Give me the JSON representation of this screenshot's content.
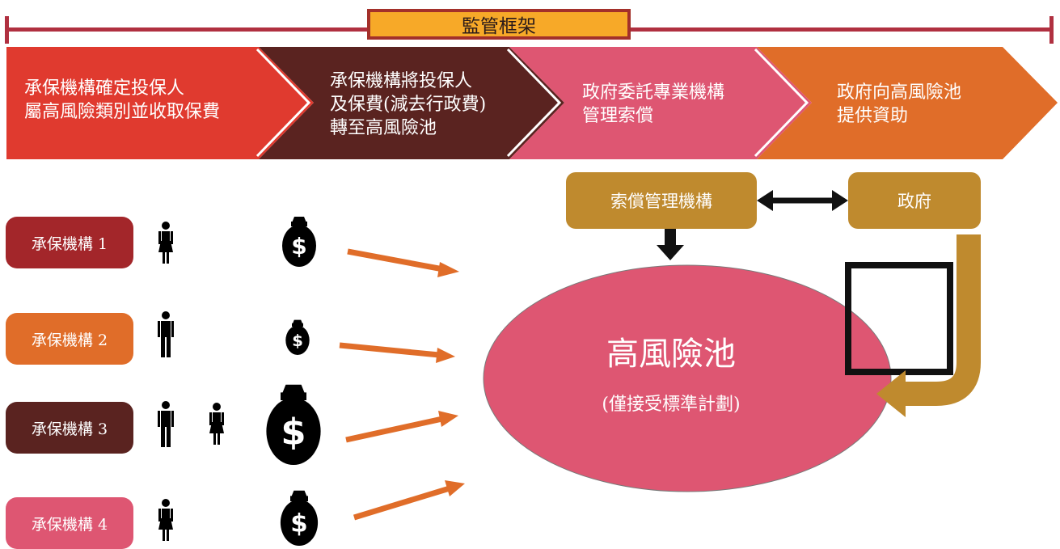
{
  "framework": {
    "title": "監管框架"
  },
  "steps": [
    {
      "text": "承保機構確定投保人\n屬高風險類別並收取保費",
      "color": "#e03a2f"
    },
    {
      "text": "承保機構將投保人\n及保費(減去行政費)\n轉至高風險池",
      "color": "#5a2320"
    },
    {
      "text": "政府委託專業機構\n管理索償",
      "color": "#de5672"
    },
    {
      "text": "政府向高風險池\n提供資助",
      "color": "#e06d29"
    }
  ],
  "insurers": [
    {
      "label": "承保機構 1",
      "color": "#a3262a"
    },
    {
      "label": "承保機構 2",
      "color": "#e06d29"
    },
    {
      "label": "承保機構 3",
      "color": "#5a2320"
    },
    {
      "label": "承保機構 4",
      "color": "#de5672"
    }
  ],
  "claims_agency": {
    "label": "索償管理機構"
  },
  "government": {
    "label": "政府"
  },
  "pool": {
    "title": "高風險池",
    "subtitle": "(僅接受標準計劃)",
    "color": "#de5672"
  },
  "money_symbol": "$",
  "colors": {
    "arrow": "#e06d29",
    "gold": "#bf8a2e",
    "framework_line": "#b03040",
    "framework_fill": "#f7a928"
  }
}
